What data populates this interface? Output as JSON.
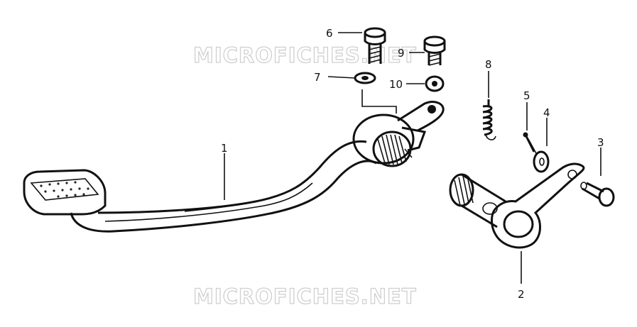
{
  "watermark_text": "MICROFICHES.NET",
  "callouts": [
    {
      "id": "1",
      "label": "1"
    },
    {
      "id": "2",
      "label": "2"
    },
    {
      "id": "3",
      "label": "3"
    },
    {
      "id": "4",
      "label": "4"
    },
    {
      "id": "5",
      "label": "5"
    },
    {
      "id": "6",
      "label": "6"
    },
    {
      "id": "7",
      "label": "7"
    },
    {
      "id": "8",
      "label": "8"
    },
    {
      "id": "9",
      "label": "9"
    },
    {
      "id": "10",
      "label": "10"
    }
  ],
  "colors": {
    "ink": "#111111",
    "background": "#ffffff",
    "watermark": "#d0d0d0"
  }
}
